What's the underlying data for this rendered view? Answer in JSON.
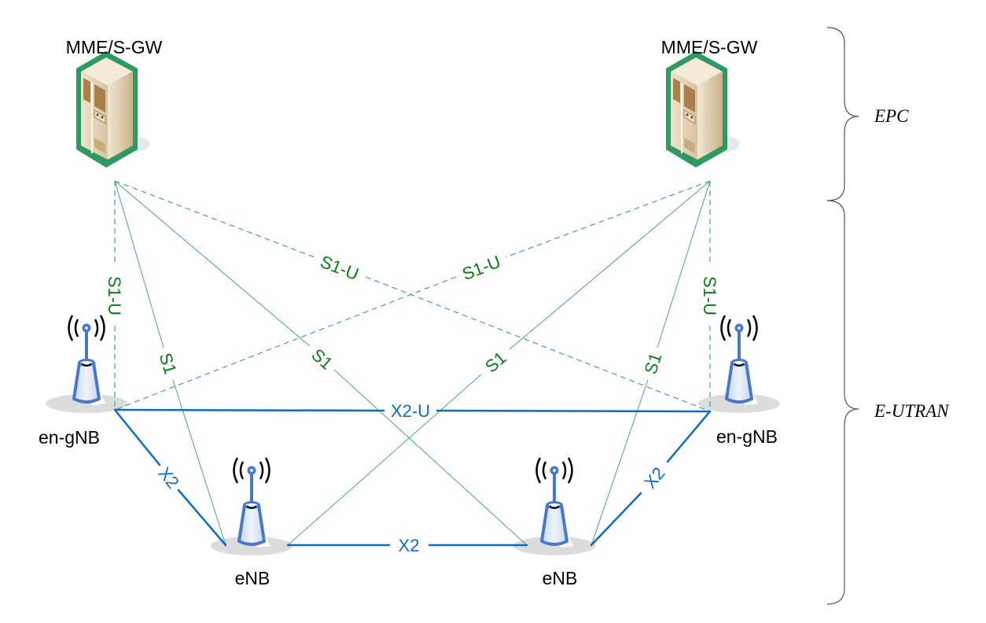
{
  "colors": {
    "s1_line": "#4aa86f",
    "s1_text": "#0a7d12",
    "x2": "#0d6bc4",
    "server_outline": "#2e9a62",
    "server_body": "#e7d9c0",
    "antenna_blue": "#4a78c8",
    "antenna_fill": "#dbe5f6",
    "ground_shadow": "#dcdcdc",
    "brace": "#555555"
  },
  "nodes": {
    "mme_left": {
      "label": "MME/S-GW",
      "icon": "server-icon"
    },
    "mme_right": {
      "label": "MME/S-GW",
      "icon": "server-icon"
    },
    "engnb_left": {
      "label": "en-gNB",
      "icon": "antenna-tower-icon"
    },
    "engnb_right": {
      "label": "en-gNB",
      "icon": "antenna-tower-icon"
    },
    "enb_left": {
      "label": "eNB",
      "icon": "antenna-tower-icon"
    },
    "enb_right": {
      "label": "eNB",
      "icon": "antenna-tower-icon"
    }
  },
  "regions": {
    "epc": "EPC",
    "eutran": "E-UTRAN"
  },
  "links": {
    "s1u_left_vertical": "S1-U",
    "s1u_right_vertical": "S1-U",
    "s1u_cross_left": "S1-U",
    "s1u_cross_right": "S1-U",
    "s1_left_to_enb_left": "S1",
    "s1_left_to_enb_right": "S1",
    "s1_right_to_enb_left": "S1",
    "s1_right_to_enb_right": "S1",
    "x2u": "X2-U",
    "x2_left": "X2",
    "x2_bottom": "X2",
    "x2_right": "X2"
  }
}
